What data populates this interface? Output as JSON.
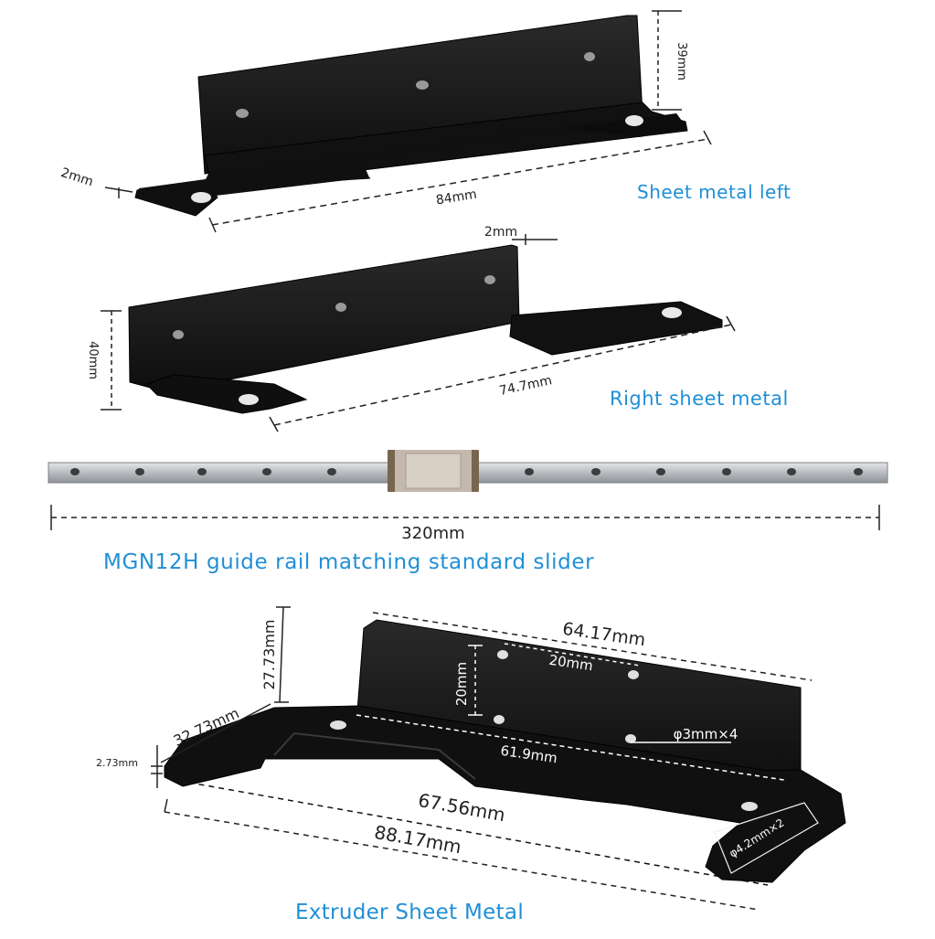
{
  "colors": {
    "caption": "#1f8fd6",
    "metal": "#141414",
    "rail": "#b9bcc0",
    "slider_green": "#1f9e7a"
  },
  "sheet_left": {
    "caption": "Sheet metal left",
    "dim_height": "39mm",
    "dim_thickness": "2mm",
    "dim_length": "84mm"
  },
  "sheet_right": {
    "caption": "Right sheet metal",
    "dim_thickness": "2mm",
    "dim_height": "40mm",
    "dim_length": "74.7mm"
  },
  "rail": {
    "caption": "MGN12H guide rail matching standard slider",
    "dim_length": "320mm"
  },
  "extruder": {
    "caption": "Extruder Sheet Metal",
    "dim_top_width": "64.17mm",
    "dim_hole_spacing_h": "20mm",
    "dim_hole_spacing_v": "20mm",
    "dim_hole_dia": "φ3mm×4",
    "dim_inner_width": "61.9mm",
    "dim_height": "27.73mm",
    "dim_flange": "32.73mm",
    "dim_thickness": "2.73mm",
    "dim_base_inner": "67.56mm",
    "dim_total": "88.17mm",
    "dim_slot": "φ4.2mm×2"
  }
}
